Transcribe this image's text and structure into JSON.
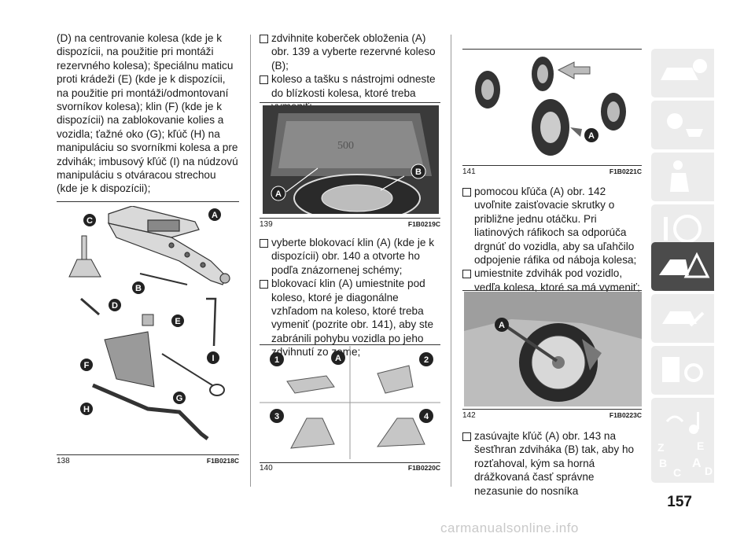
{
  "col1": {
    "text": "(D) na centrovanie kolesa (kde je k dispozícii, na použitie pri montáži rezervného kolesa); špeciálnu maticu proti krádeži (E) (kde je k dispozícii, na použitie pri montáži/odmontovaní svorníkov kolesa); klin (F) (kde je k dispozícii) na zablokovanie kolies a vozidla; ťažné oko (G); kľúč (H) na manipuláciu so svorníkmi kolesa a pre zdvihák; imbusový kľúč (I) na núdzovú manipuláciu s otváracou strechou (kde je k dispozícii);"
  },
  "fig138": {
    "num": "138",
    "code": "F1B0218C",
    "labels": [
      "A",
      "B",
      "C",
      "D",
      "E",
      "F",
      "G",
      "H",
      "I"
    ]
  },
  "col2": {
    "bullets_top": [
      "zdvihnite koberček obloženia (A) obr. 139 a vyberte rezervné koleso (B);",
      "koleso a tašku s nástrojmi odneste do blízkosti kolesa, ktoré treba vymeniť;"
    ],
    "bullets_mid": [
      "vyberte blokovací klin (A) (kde je k dispozícii) obr. 140 a otvorte ho podľa znázornenej schémy;",
      "blokovací klin (A) umiestnite pod koleso, ktoré je diagonálne vzhľadom na koleso, ktoré treba vymeniť (pozrite obr. 141), aby ste zabránili pohybu vozidla po jeho zdvihnutí zo zeme;"
    ]
  },
  "fig139": {
    "num": "139",
    "code": "F1B0219C",
    "labels": [
      "A",
      "B"
    ]
  },
  "fig140": {
    "num": "140",
    "code": "F1B0220C",
    "labels": [
      "1",
      "2",
      "3",
      "4",
      "A"
    ]
  },
  "col3": {
    "bullets_mid": [
      "pomocou kľúča (A) obr. 142 uvoľnite zaisťovacie skrutky o približne jednu otáčku. Pri liatinových ráfikoch sa odporúča drgnúť do vozidla, aby sa uľahčilo odpojenie ráfika od náboja kolesa;",
      "umiestnite zdvihák pod vozidlo, vedľa kolesa, ktoré sa má vymeniť;"
    ],
    "bullets_bottom": [
      "zasúvajte kľúč (A) obr. 143 na šesťhran zdviháka (B) tak, aby ho rozťahoval, kým sa horná drážkovaná časť správne nezasunie do nosníka"
    ]
  },
  "fig141": {
    "num": "141",
    "code": "F1B0221C",
    "labels": [
      "A"
    ]
  },
  "fig142": {
    "num": "142",
    "code": "F1B0223C",
    "labels": [
      "A"
    ]
  },
  "sidebar": {
    "letters": [
      "Z",
      "E",
      "B",
      "A",
      "C",
      "D"
    ]
  },
  "page_number": "157",
  "watermark": "carmanualsonline.info",
  "colors": {
    "active_tab": "#4b4b4b",
    "tab": "#ececec",
    "icon": "#ffffff"
  }
}
